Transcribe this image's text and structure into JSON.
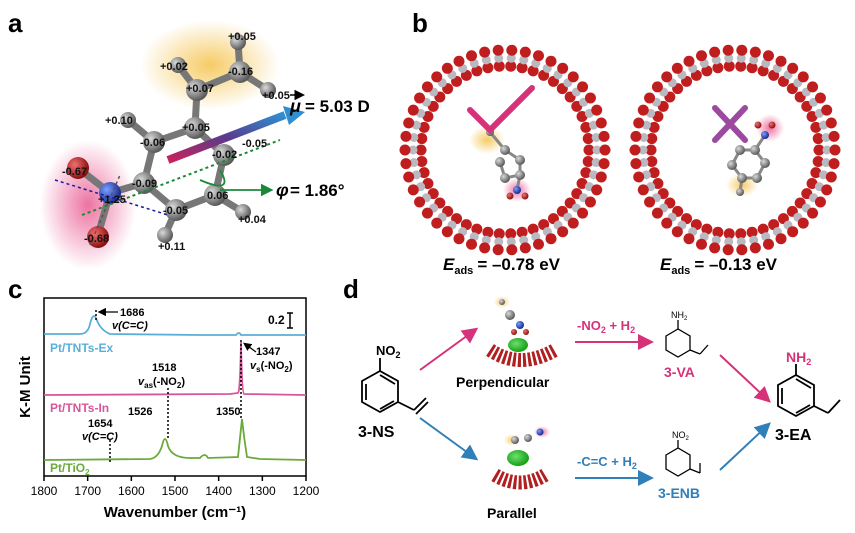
{
  "panel_a": {
    "letter": "a",
    "charges": [
      "+0.05",
      "+0.02",
      "-0.16",
      "+0.07",
      "+0.05",
      "+0.10",
      "+0.05",
      "-0.06",
      "-0.02",
      "-0.05",
      "-0.67",
      "-0.09",
      "+1.25",
      "-0.05",
      "0.06",
      "-0.68",
      "+0.04",
      "+0.11"
    ],
    "dipole_prefix": "μ",
    "dipole_value": "= 5.03 D",
    "angle_symbol": "φ",
    "angle_value": "= 1.86°"
  },
  "panel_b": {
    "letter": "b",
    "left_label_E": "E",
    "left_label_sub": "ads",
    "left_value": "= –0.78 eV",
    "right_label_E": "E",
    "right_label_sub": "ads",
    "right_value": "= –0.13 eV"
  },
  "panel_c": {
    "letter": "c",
    "ylabel": "K-M Unit",
    "xlabel": "Wavenumber (cm⁻¹)",
    "x_ticks": [
      "1800",
      "1700",
      "1600",
      "1500",
      "1400",
      "1300",
      "1200"
    ],
    "scale_label": "0.2",
    "series": [
      {
        "name": "Pt/TNTs-Ex",
        "color": "#5aaed8"
      },
      {
        "name": "Pt/TNTs-In",
        "color": "#d7559a"
      },
      {
        "name": "Pt/TiO",
        "name_sub": "2",
        "color": "#6aaa3a"
      }
    ],
    "annotations": {
      "a1686": "1686",
      "a1686b": "v(C=C)",
      "a1518": "1518",
      "a1518b_v": "v",
      "a1518b_sub": "as",
      "a1518b_rest": "(-NO",
      "a1518b_sub2": "2",
      "a1347": "1347",
      "a1347b_v": "v",
      "a1347b_sub": "s",
      "a1347b_rest": "(-NO",
      "a1347b_sub2": "2",
      "a1526": "1526",
      "a1350": "1350",
      "a1654": "1654",
      "a1654b": "v(C=C)"
    }
  },
  "panel_d": {
    "letter": "d",
    "start": "3-NS",
    "start_group": "NO",
    "start_group_sub": "2",
    "perp": "Perpendicular",
    "para": "Parallel",
    "top_reaction": "-NO",
    "top_reaction_sub": "2",
    "top_reaction_rest": " + H",
    "top_reaction_sub2": "2",
    "bottom_reaction": "-C=C + H",
    "bottom_reaction_sub": "2",
    "va": "3-VA",
    "va_group": "NH",
    "va_group_sub": "2",
    "enb": "3-ENB",
    "enb_group": "NO",
    "enb_group_sub": "2",
    "ea": "3-EA",
    "ea_group": "NH",
    "ea_group_sub": "2"
  },
  "colors": {
    "pink": "#d6327a",
    "blue": "#2f7fb8",
    "green": "#6aaa3a",
    "cyan": "#5aaed8",
    "magenta": "#d7559a"
  }
}
